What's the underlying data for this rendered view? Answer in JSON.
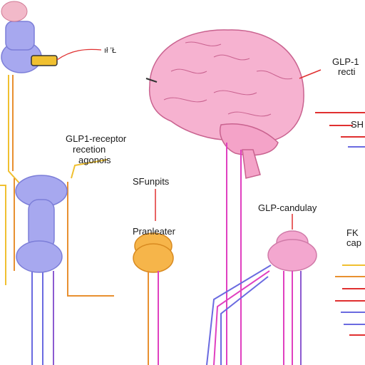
{
  "labels": {
    "glp1_top": "GLP-1",
    "receptor_top": "recti",
    "sh": "SH",
    "receptor_agonists_1": "GLP1-receptor",
    "receptor_agonists_2": "recetion",
    "receptor_agonists_3": "agonois",
    "sfunpits": "SFunpits",
    "glp_candulay": "GLP-candulay",
    "pranleater": "Pranleater",
    "fk": "FK",
    "cap": "cap",
    "tiny_text": "ıł ’Ł"
  },
  "colors": {
    "brain": "#f4a3c8",
    "receptor_purple": "#9a9be8",
    "receptor_orange": "#f6b54a",
    "receptor_pink": "#f3a7cf",
    "wire_yellow": "#f0c030",
    "wire_orange": "#e89030",
    "wire_magenta": "#e040c0",
    "wire_blue": "#6a6ae0",
    "wire_red": "#e03030",
    "wire_purple": "#8c5ad0"
  }
}
